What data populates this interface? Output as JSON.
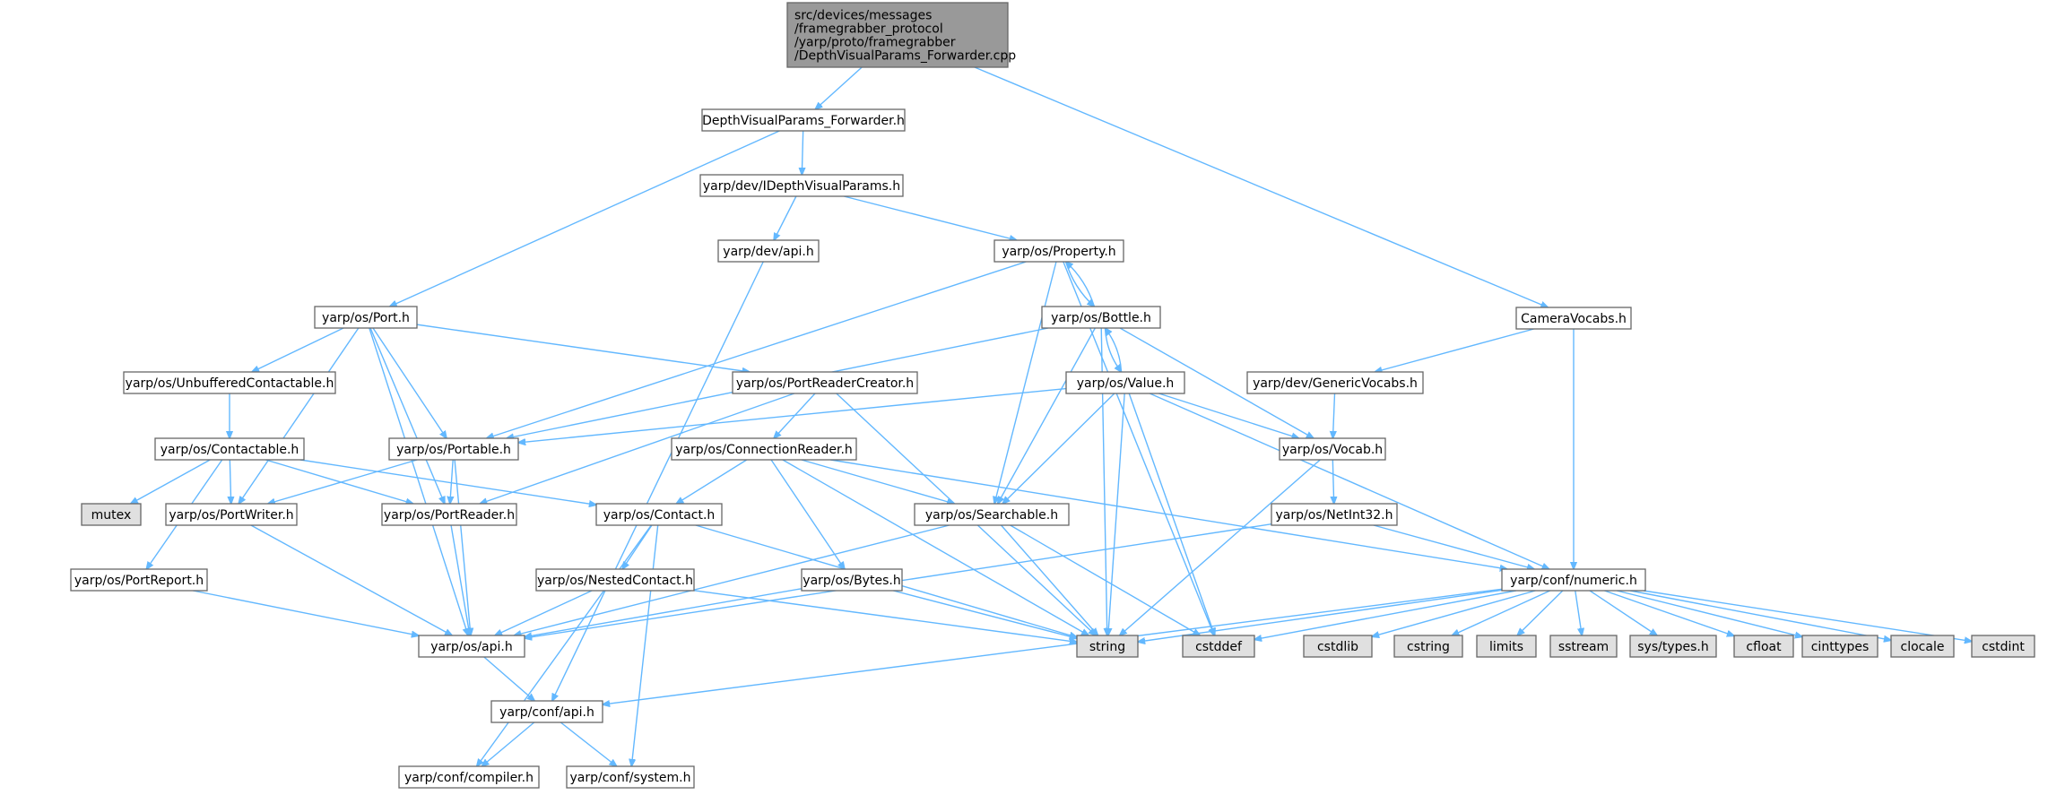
{
  "diagram": {
    "type": "include-dependency-graph",
    "colors": {
      "root_fill": "#999999",
      "file_fill": "#ffffff",
      "system_fill": "#e0e0e0",
      "border": "#666666",
      "edge": "#63b8ff",
      "text": "#000000"
    },
    "nodes": [
      {
        "id": "root",
        "kind": "root",
        "lines": [
          "src/devices/messages",
          "/framegrabber_protocol",
          "/yarp/proto/framegrabber",
          "/DepthVisualParams_Forwarder.cpp"
        ]
      },
      {
        "id": "dvp_fwd_h",
        "kind": "file",
        "lines": [
          "DepthVisualParams_Forwarder.h"
        ]
      },
      {
        "id": "camera_vocabs",
        "kind": "file",
        "lines": [
          "CameraVocabs.h"
        ]
      },
      {
        "id": "idepth",
        "kind": "file",
        "lines": [
          "yarp/dev/IDepthVisualParams.h"
        ]
      },
      {
        "id": "dev_api",
        "kind": "file",
        "lines": [
          "yarp/dev/api.h"
        ]
      },
      {
        "id": "property",
        "kind": "file",
        "lines": [
          "yarp/os/Property.h"
        ]
      },
      {
        "id": "port",
        "kind": "file",
        "lines": [
          "yarp/os/Port.h"
        ]
      },
      {
        "id": "bottle",
        "kind": "file",
        "lines": [
          "yarp/os/Bottle.h"
        ]
      },
      {
        "id": "unbuffered",
        "kind": "file",
        "lines": [
          "yarp/os/UnbufferedContactable.h"
        ]
      },
      {
        "id": "prcreator",
        "kind": "file",
        "lines": [
          "yarp/os/PortReaderCreator.h"
        ]
      },
      {
        "id": "value",
        "kind": "file",
        "lines": [
          "yarp/os/Value.h"
        ]
      },
      {
        "id": "generic_vocabs",
        "kind": "file",
        "lines": [
          "yarp/dev/GenericVocabs.h"
        ]
      },
      {
        "id": "contactable",
        "kind": "file",
        "lines": [
          "yarp/os/Contactable.h"
        ]
      },
      {
        "id": "portable",
        "kind": "file",
        "lines": [
          "yarp/os/Portable.h"
        ]
      },
      {
        "id": "connreader",
        "kind": "file",
        "lines": [
          "yarp/os/ConnectionReader.h"
        ]
      },
      {
        "id": "vocab",
        "kind": "file",
        "lines": [
          "yarp/os/Vocab.h"
        ]
      },
      {
        "id": "mutex",
        "kind": "system",
        "lines": [
          "mutex"
        ]
      },
      {
        "id": "portwriter",
        "kind": "file",
        "lines": [
          "yarp/os/PortWriter.h"
        ]
      },
      {
        "id": "portreader",
        "kind": "file",
        "lines": [
          "yarp/os/PortReader.h"
        ]
      },
      {
        "id": "contact",
        "kind": "file",
        "lines": [
          "yarp/os/Contact.h"
        ]
      },
      {
        "id": "searchable",
        "kind": "file",
        "lines": [
          "yarp/os/Searchable.h"
        ]
      },
      {
        "id": "netint32",
        "kind": "file",
        "lines": [
          "yarp/os/NetInt32.h"
        ]
      },
      {
        "id": "portreport",
        "kind": "file",
        "lines": [
          "yarp/os/PortReport.h"
        ]
      },
      {
        "id": "nestedcontact",
        "kind": "file",
        "lines": [
          "yarp/os/NestedContact.h"
        ]
      },
      {
        "id": "bytes",
        "kind": "file",
        "lines": [
          "yarp/os/Bytes.h"
        ]
      },
      {
        "id": "numeric",
        "kind": "file",
        "lines": [
          "yarp/conf/numeric.h"
        ]
      },
      {
        "id": "os_api",
        "kind": "file",
        "lines": [
          "yarp/os/api.h"
        ]
      },
      {
        "id": "string",
        "kind": "system",
        "lines": [
          "string"
        ]
      },
      {
        "id": "cstddef",
        "kind": "system",
        "lines": [
          "cstddef"
        ]
      },
      {
        "id": "cstdlib",
        "kind": "system",
        "lines": [
          "cstdlib"
        ]
      },
      {
        "id": "cstring",
        "kind": "system",
        "lines": [
          "cstring"
        ]
      },
      {
        "id": "limits",
        "kind": "system",
        "lines": [
          "limits"
        ]
      },
      {
        "id": "sstream",
        "kind": "system",
        "lines": [
          "sstream"
        ]
      },
      {
        "id": "systypes",
        "kind": "system",
        "lines": [
          "sys/types.h"
        ]
      },
      {
        "id": "cfloat",
        "kind": "system",
        "lines": [
          "cfloat"
        ]
      },
      {
        "id": "cinttypes",
        "kind": "system",
        "lines": [
          "cinttypes"
        ]
      },
      {
        "id": "clocale",
        "kind": "system",
        "lines": [
          "clocale"
        ]
      },
      {
        "id": "cstdint",
        "kind": "system",
        "lines": [
          "cstdint"
        ]
      },
      {
        "id": "conf_api",
        "kind": "file",
        "lines": [
          "yarp/conf/api.h"
        ]
      },
      {
        "id": "compiler",
        "kind": "file",
        "lines": [
          "yarp/conf/compiler.h"
        ]
      },
      {
        "id": "system",
        "kind": "file",
        "lines": [
          "yarp/conf/system.h"
        ]
      }
    ],
    "edges": [
      [
        "root",
        "dvp_fwd_h"
      ],
      [
        "root",
        "camera_vocabs"
      ],
      [
        "dvp_fwd_h",
        "idepth"
      ],
      [
        "dvp_fwd_h",
        "port"
      ],
      [
        "idepth",
        "dev_api"
      ],
      [
        "idepth",
        "property"
      ],
      [
        "dev_api",
        "conf_api"
      ],
      [
        "property",
        "bottle"
      ],
      [
        "property",
        "portable"
      ],
      [
        "property",
        "searchable"
      ],
      [
        "property",
        "cstddef"
      ],
      [
        "bottle",
        "property"
      ],
      [
        "bottle",
        "value"
      ],
      [
        "bottle",
        "portable"
      ],
      [
        "bottle",
        "searchable"
      ],
      [
        "bottle",
        "vocab"
      ],
      [
        "bottle",
        "string"
      ],
      [
        "value",
        "bottle"
      ],
      [
        "value",
        "portable"
      ],
      [
        "value",
        "searchable"
      ],
      [
        "value",
        "vocab"
      ],
      [
        "value",
        "string"
      ],
      [
        "value",
        "cstddef"
      ],
      [
        "value",
        "numeric"
      ],
      [
        "port",
        "unbuffered"
      ],
      [
        "port",
        "prcreator"
      ],
      [
        "port",
        "portable"
      ],
      [
        "port",
        "portreader"
      ],
      [
        "port",
        "portwriter"
      ],
      [
        "port",
        "os_api"
      ],
      [
        "unbuffered",
        "contactable"
      ],
      [
        "contactable",
        "mutex"
      ],
      [
        "contactable",
        "portwriter"
      ],
      [
        "contactable",
        "portreader"
      ],
      [
        "contactable",
        "contact"
      ],
      [
        "contactable",
        "portreport"
      ],
      [
        "prcreator",
        "connreader"
      ],
      [
        "prcreator",
        "portreader"
      ],
      [
        "prcreator",
        "string"
      ],
      [
        "portable",
        "portwriter"
      ],
      [
        "portable",
        "portreader"
      ],
      [
        "portable",
        "os_api"
      ],
      [
        "portwriter",
        "os_api"
      ],
      [
        "portreader",
        "os_api"
      ],
      [
        "connreader",
        "contact"
      ],
      [
        "connreader",
        "bytes"
      ],
      [
        "connreader",
        "searchable"
      ],
      [
        "connreader",
        "numeric"
      ],
      [
        "connreader",
        "string"
      ],
      [
        "contact",
        "nestedcontact"
      ],
      [
        "contact",
        "string"
      ],
      [
        "contact",
        "compiler"
      ],
      [
        "contact",
        "system"
      ],
      [
        "nestedcontact",
        "os_api"
      ],
      [
        "nestedcontact",
        "string"
      ],
      [
        "bytes",
        "os_api"
      ],
      [
        "bytes",
        "string"
      ],
      [
        "searchable",
        "os_api"
      ],
      [
        "searchable",
        "string"
      ],
      [
        "searchable",
        "cstddef"
      ],
      [
        "portreport",
        "os_api"
      ],
      [
        "camera_vocabs",
        "generic_vocabs"
      ],
      [
        "camera_vocabs",
        "numeric"
      ],
      [
        "generic_vocabs",
        "vocab"
      ],
      [
        "vocab",
        "netint32"
      ],
      [
        "vocab",
        "string"
      ],
      [
        "netint32",
        "numeric"
      ],
      [
        "netint32",
        "os_api"
      ],
      [
        "numeric",
        "string"
      ],
      [
        "numeric",
        "cstddef"
      ],
      [
        "numeric",
        "cstdlib"
      ],
      [
        "numeric",
        "cstring"
      ],
      [
        "numeric",
        "limits"
      ],
      [
        "numeric",
        "sstream"
      ],
      [
        "numeric",
        "systypes"
      ],
      [
        "numeric",
        "cfloat"
      ],
      [
        "numeric",
        "cinttypes"
      ],
      [
        "numeric",
        "clocale"
      ],
      [
        "numeric",
        "cstdint"
      ],
      [
        "numeric",
        "conf_api"
      ],
      [
        "os_api",
        "conf_api"
      ],
      [
        "conf_api",
        "compiler"
      ],
      [
        "conf_api",
        "system"
      ]
    ]
  }
}
